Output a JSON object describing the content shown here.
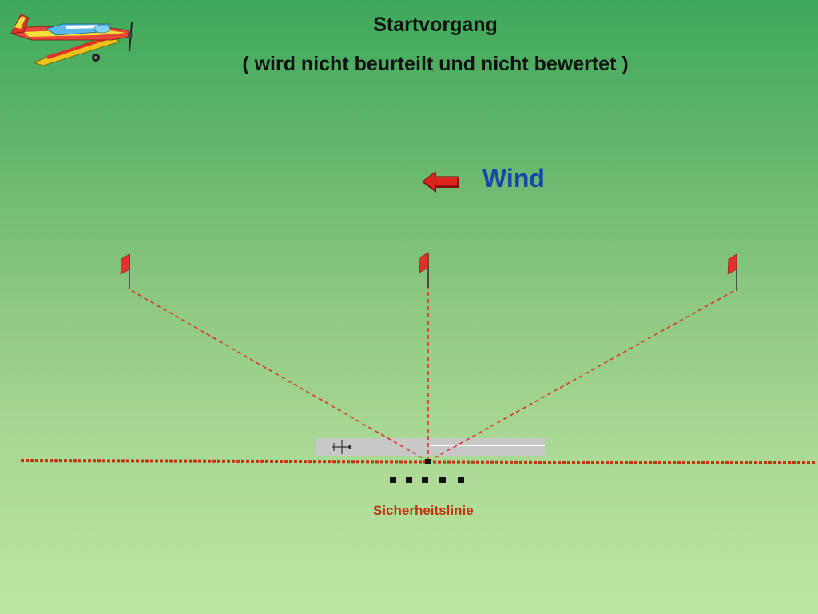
{
  "header": {
    "title": "Startvorgang",
    "subtitle": "( wird nicht beurteilt und nicht bewertet )"
  },
  "wind": {
    "label": "Wind",
    "direction": "left",
    "arrow_color": "#d9241b"
  },
  "safety_line": {
    "label": "Sicherheitslinie",
    "color": "#c0350f"
  },
  "flags": {
    "count": 3,
    "color": "#e0322a"
  },
  "runway": {
    "color": "#c8c8c8"
  },
  "icons": {
    "logo": "aerobatic-plane-icon",
    "runway_plane": "plane-icon"
  },
  "colors": {
    "title_text": "#111111",
    "wind_text": "#1746a8",
    "sight_lines": "#e0322a"
  }
}
